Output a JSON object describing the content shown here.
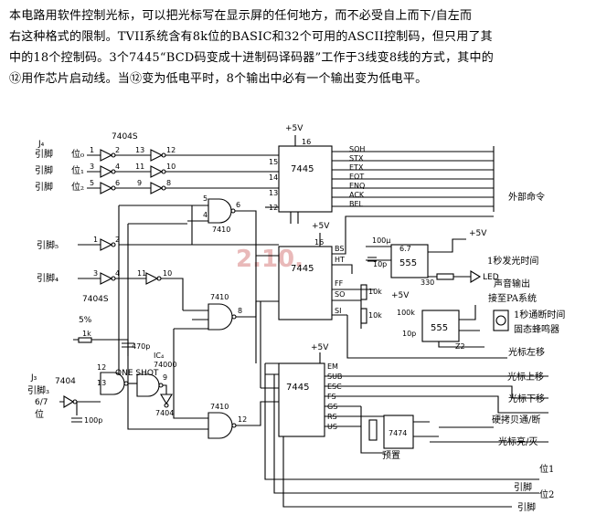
{
  "paragraph": {
    "line1": "本电路用软件控制光标，可以把光标写在显示屏的任何地方，而不必受自上而下/自左而",
    "line2": "右这种格式的限制。TVII系统含有8k位的BASIC和32个可用的ASCII控制码，但只用了其",
    "line3": "中的18个控制码。3个7445“BCD码变成十进制码译码器”工作于3线变8线的方式，其中的",
    "line4": "⑫用作芯片启动线。当⑫变为低电平时，8个输出中必有一个输出变为低电平。"
  },
  "watermark": "2.10.",
  "power": {
    "vcc": "+5V"
  },
  "inputs": {
    "j4_pin": "J₄",
    "yin_jiao": "引脚",
    "bit0": "位₀",
    "bit1": "位₁",
    "bit2": "位₂",
    "pin5": "引脚₅",
    "pin4": "引脚₄",
    "j3": "J₃",
    "j3_pin": "引脚₃",
    "bit67": "6/7",
    "wei": "位"
  },
  "chips": {
    "inverter_top": "7404S",
    "inverter_mid": "7404S",
    "nand_a": "7410",
    "nand_b": "7410",
    "nand_c": "7410",
    "decoder_1": "7445",
    "decoder_2": "7445",
    "decoder_3": "7445",
    "timer_1": "555",
    "timer_2": "555",
    "flipflop": "7474",
    "one_shot_ic": "IC₄",
    "one_shot_part": "74000",
    "one_shot": "ONE SHOT",
    "inv_small": "7404",
    "inv_small2": "7404"
  },
  "components": {
    "r1": "1k",
    "pct": "5%",
    "c1": "470p",
    "c2": "100p",
    "c3": "100μ",
    "c4": "10p",
    "c5": "6.7",
    "r330": "330",
    "r10k": "10k",
    "r10k2": "10k",
    "r100k": "100k",
    "c6": "10p",
    "led": "LED",
    "z2": "Z2",
    "preset": "预置"
  },
  "decoder1_outputs": [
    "SOH",
    "STX",
    "ETX",
    "EOT",
    "ENQ",
    "ACK",
    "BEL"
  ],
  "decoder2_outputs": [
    "BS",
    "HT",
    "FF",
    "SO",
    "SI"
  ],
  "decoder3_outputs": [
    "EM",
    "SUB",
    "ESC",
    "FS",
    "GS",
    "RS",
    "US"
  ],
  "right_labels": {
    "external_cmd": "外部命令",
    "one_sec_blink": "1秒发光时间",
    "sound_out": "声音输出",
    "to_pa": "接至PA系统",
    "one_sec_buzzer": "1秒通断时间",
    "buzzer": "固态蜂鸣器",
    "cursor_left": "光标左移",
    "cursor_up": "光标上移",
    "cursor_down": "光标下移",
    "hardcopy": "硬拷贝通/断",
    "cursor_onoff": "光标亮/灭",
    "bit1": "位1",
    "bit2": "位2",
    "pin1": "引脚",
    "pin2": "引脚"
  },
  "pins": {
    "p1": "1",
    "p2": "2",
    "p3": "3",
    "p4": "4",
    "p5": "5",
    "p6": "6",
    "p8": "8",
    "p9": "9",
    "p10": "10",
    "p11": "11",
    "p12": "12",
    "p13": "13",
    "p14": "14",
    "p15": "15",
    "p16": "16"
  }
}
